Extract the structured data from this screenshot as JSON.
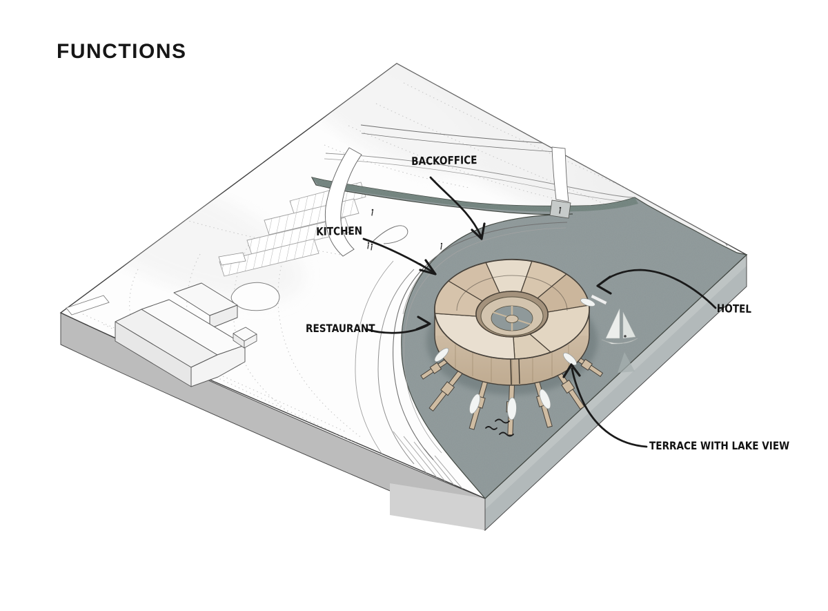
{
  "title": "FUNCTIONS",
  "diagram": {
    "type": "axonometric-site-functions-diagram",
    "annotations": [
      {
        "id": "backoffice",
        "label": "BACKOFFICE"
      },
      {
        "id": "kitchen",
        "label": "KITCHEN"
      },
      {
        "id": "restaurant",
        "label": "RESTAURANT"
      },
      {
        "id": "hotel",
        "label": "HOTEL"
      },
      {
        "id": "terrace",
        "label": "TERRACE WITH LAKE VIEW"
      }
    ],
    "colors": {
      "background": "#ffffff",
      "lake": "#8d9798",
      "river": "#6e7e79",
      "terrain_top": "#fdfdfd",
      "terrain_side": "#bcbcbc",
      "lake_side": "#b2b9ba",
      "building_wood_light": "#e9dfd0",
      "building_wood_mid": "#d8c5ad",
      "building_wood_dark": "#cbb69c",
      "building_wall": "#d2c0a8",
      "annotation_ink": "#1a1a1a",
      "contour": "#c8c8c8"
    }
  }
}
